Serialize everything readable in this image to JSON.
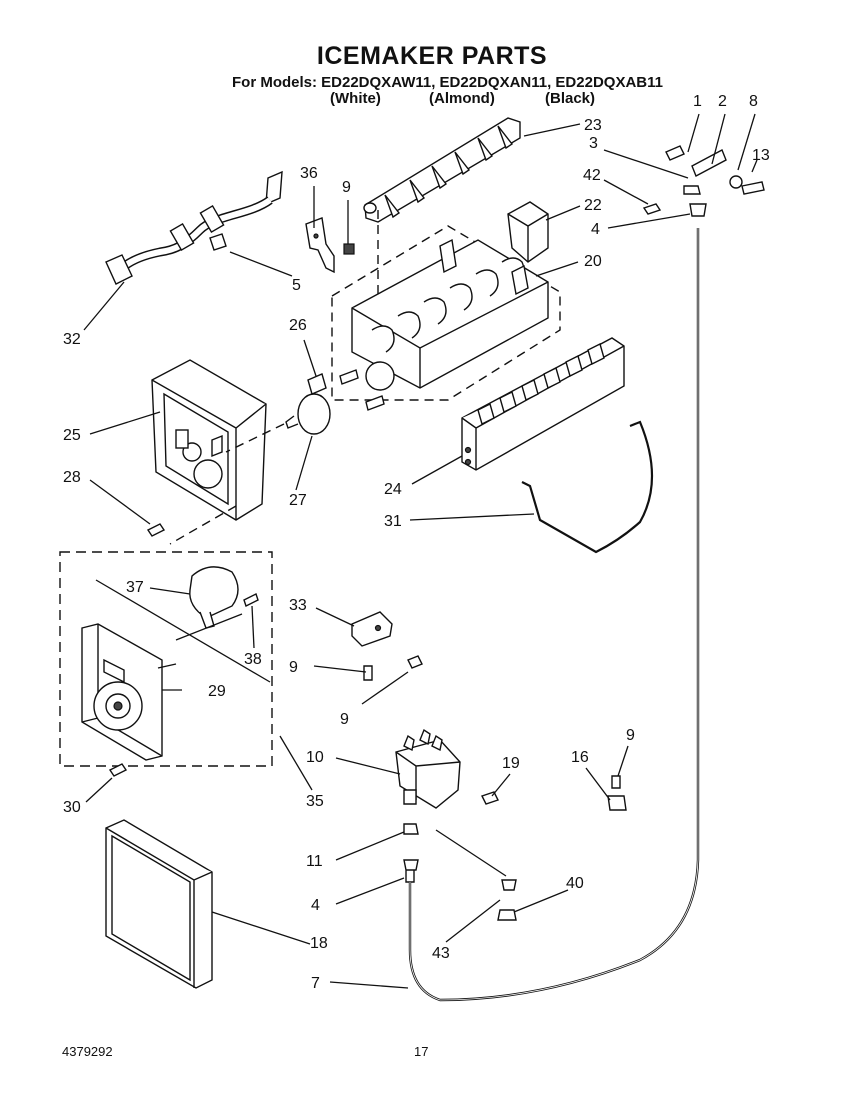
{
  "header": {
    "title": "ICEMAKER PARTS",
    "models_line": "For Models: ED22DQXAW11, ED22DQXAN11, ED22DQXAB11",
    "variants": [
      "(White)",
      "(Almond)",
      "(Black)"
    ]
  },
  "footer": {
    "doc_number": "4379292",
    "page_number": "17"
  },
  "callouts": [
    "1",
    "2",
    "8",
    "3",
    "13",
    "42",
    "4",
    "23",
    "22",
    "20",
    "36",
    "9",
    "5",
    "32",
    "26",
    "25",
    "28",
    "27",
    "24",
    "31",
    "37",
    "38",
    "33",
    "9",
    "29",
    "9",
    "10",
    "19",
    "16",
    "9",
    "30",
    "35",
    "11",
    "4",
    "40",
    "43",
    "18",
    "7"
  ]
}
